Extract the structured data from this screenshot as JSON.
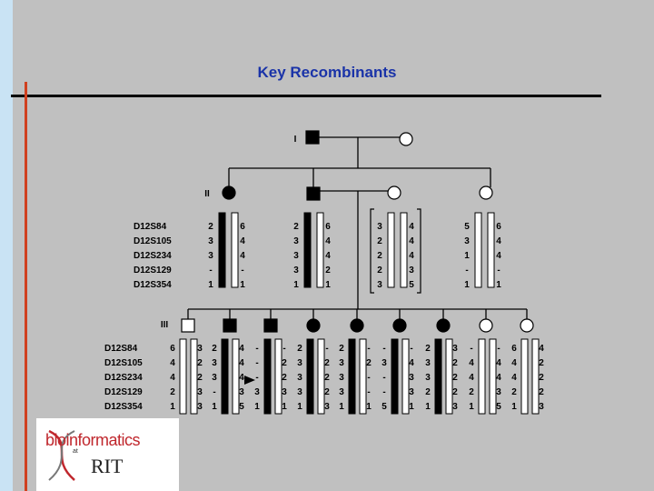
{
  "title": "Key Recombinants",
  "generations": {
    "g1": "I",
    "g2": "II",
    "g3": "III"
  },
  "markers": [
    "D12S84",
    "D12S105",
    "D12S234",
    "D12S129",
    "D12S354"
  ],
  "gen2": [
    {
      "sex": "female",
      "affected": true,
      "left": [
        "2",
        "3",
        "3",
        "-",
        "1"
      ],
      "right": [
        "6",
        "4",
        "4",
        "-",
        "1"
      ],
      "leftBar": "black",
      "rightBar": "white"
    },
    {
      "sex": "male",
      "affected": true,
      "left": [
        "2",
        "3",
        "3",
        "3",
        "1"
      ],
      "right": [
        "6",
        "4",
        "4",
        "2",
        "1"
      ],
      "leftBar": "black",
      "rightBar": "white"
    },
    {
      "sex": "female",
      "affected": false,
      "bracket": true,
      "left": [
        "3",
        "2",
        "2",
        "2",
        "3"
      ],
      "right": [
        "4",
        "4",
        "4",
        "3",
        "5"
      ],
      "leftBar": "white",
      "rightBar": "white"
    },
    {
      "sex": "female",
      "affected": false,
      "left": [
        "5",
        "3",
        "1",
        "-",
        "1"
      ],
      "right": [
        "6",
        "4",
        "4",
        "-",
        "1"
      ],
      "leftBar": "white",
      "rightBar": "white"
    }
  ],
  "gen3": [
    {
      "sex": "male",
      "affected": false,
      "left": [
        "6",
        "4",
        "4",
        "2",
        "1"
      ],
      "right": [
        "3",
        "2",
        "2",
        "3",
        "3"
      ],
      "leftBar": "white",
      "rightBar": "white"
    },
    {
      "sex": "male",
      "affected": true,
      "left": [
        "2",
        "3",
        "3",
        "-",
        "1"
      ],
      "right": [
        "4",
        "4",
        "4",
        "3",
        "5"
      ],
      "leftBar": "black",
      "rightBar": "white"
    },
    {
      "sex": "male",
      "affected": true,
      "left": [
        "-",
        "-",
        "-",
        "3",
        "1"
      ],
      "right": [
        "-",
        "2",
        "2",
        "3",
        "1"
      ],
      "leftBar": "black",
      "rightBar": "white",
      "arrow": true
    },
    {
      "sex": "female",
      "affected": true,
      "left": [
        "2",
        "3",
        "3",
        "3",
        "1"
      ],
      "right": [
        "-",
        "2",
        "2",
        "2",
        "3"
      ],
      "leftBar": "black",
      "rightBar": "white"
    },
    {
      "sex": "female",
      "affected": true,
      "left": [
        "2",
        "3",
        "3",
        "3",
        "1"
      ],
      "right": [
        "-",
        "2",
        "-",
        "-",
        "1"
      ],
      "leftBar": "black",
      "rightBar": "white"
    },
    {
      "sex": "female",
      "affected": true,
      "left": [
        "-",
        "3",
        "-",
        "-",
        "5"
      ],
      "right": [
        "-",
        "4",
        "3",
        "3",
        "1"
      ],
      "leftBar": "black",
      "rightBar": "white"
    },
    {
      "sex": "female",
      "affected": true,
      "left": [
        "2",
        "3",
        "3",
        "2",
        "1"
      ],
      "right": [
        "3",
        "2",
        "2",
        "2",
        "3"
      ],
      "leftBar": "black",
      "rightBar": "white"
    },
    {
      "sex": "female",
      "affected": false,
      "left": [
        "-",
        "4",
        "4",
        "2",
        "1"
      ],
      "right": [
        "-",
        "4",
        "4",
        "3",
        "5"
      ],
      "leftBar": "white",
      "rightBar": "white"
    },
    {
      "sex": "female",
      "affected": false,
      "left": [
        "6",
        "4",
        "4",
        "2",
        "1"
      ],
      "right": [
        "4",
        "2",
        "2",
        "2",
        "3"
      ],
      "leftBar": "white",
      "rightBar": "white"
    }
  ],
  "logo": {
    "brand": "bioinformatics",
    "at": "at",
    "school": "RIT"
  }
}
